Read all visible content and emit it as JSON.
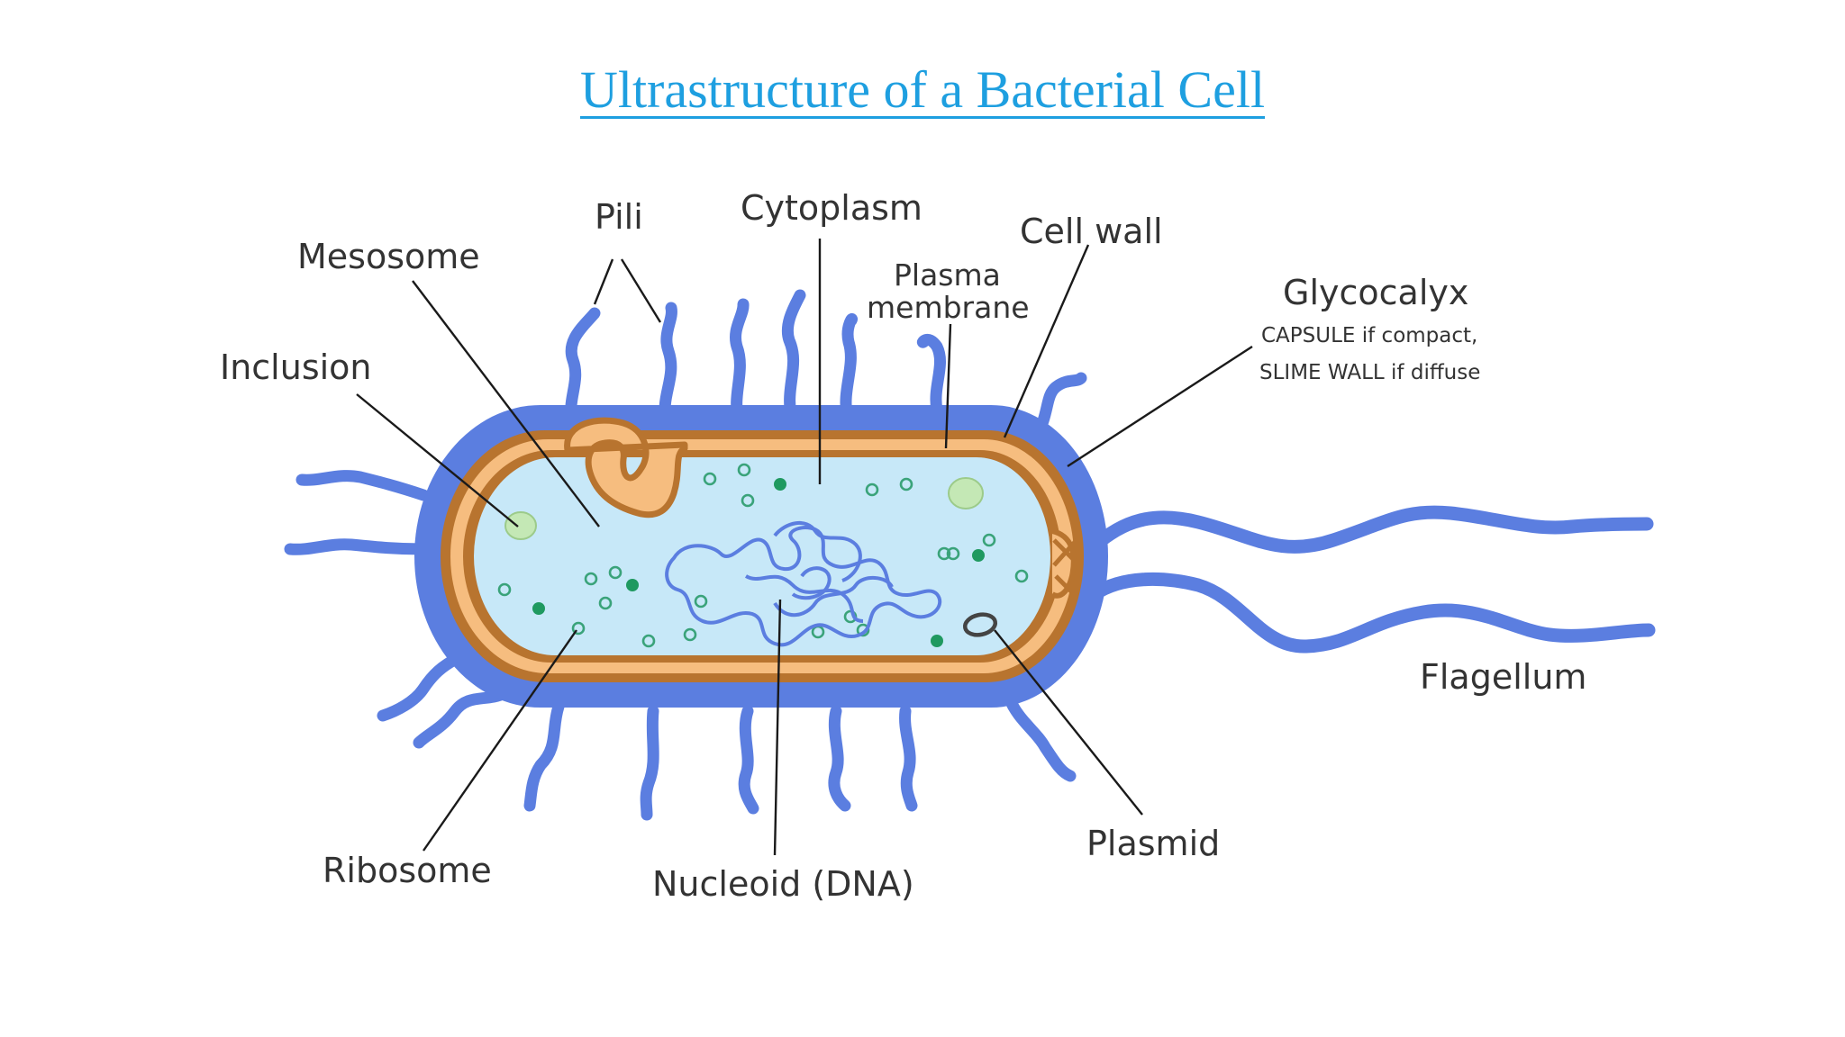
{
  "title": "Ultrastructure of a Bacterial Cell",
  "labels": {
    "pili": "Pili",
    "cytoplasm": "Cytoplasm",
    "cell_wall": "Cell wall",
    "mesosome": "Mesosome",
    "plasma_membrane_line1": "Plasma",
    "plasma_membrane_line2": "membrane",
    "glycocalyx": "Glycocalyx",
    "glycocalyx_note_line1": "CAPSULE if compact,",
    "glycocalyx_note_line2": "SLIME WALL if diffuse",
    "inclusion": "Inclusion",
    "flagellum": "Flagellum",
    "ribosome": "Ribosome",
    "nucleoid": "Nucleoid (DNA)",
    "plasmid": "Plasmid"
  },
  "colors": {
    "title_link": "#1e9fe0",
    "capsule_blue": "#5b7ee0",
    "cell_wall_brown": "#b8742f",
    "membrane_orange": "#f6bd7f",
    "cytoplasm_blue": "#c7e8f8",
    "inclusion_green": "#c4e8b5",
    "ribosome_green": "#1f9960"
  }
}
